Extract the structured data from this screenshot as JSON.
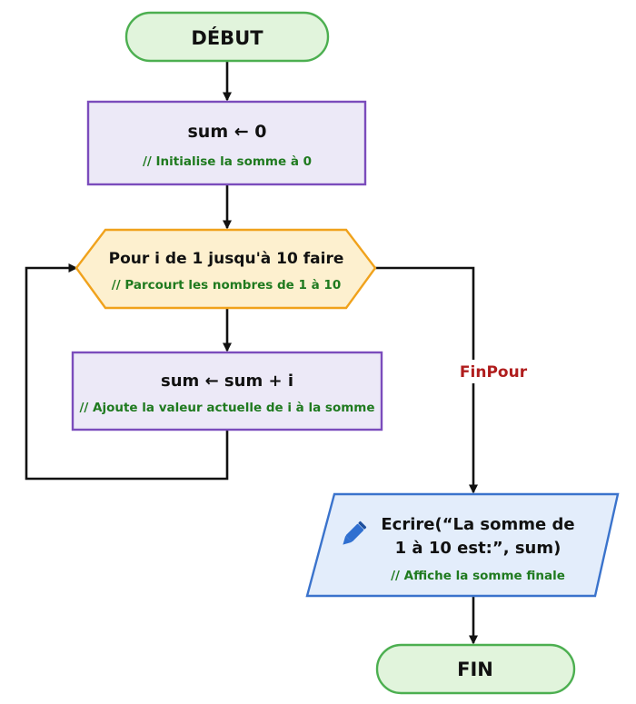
{
  "nodes": {
    "start": {
      "label": "DÉBUT"
    },
    "init": {
      "code": "sum ← 0",
      "comment": "// Initialise la somme à 0"
    },
    "loop": {
      "code": "Pour i de 1 jusqu'à 10 faire",
      "comment": "// Parcourt les nombres de 1 à 10"
    },
    "body": {
      "code": "sum ← sum + i",
      "comment": "// Ajoute la valeur actuelle de i à la somme"
    },
    "output": {
      "line1": "Ecrire(“La somme de",
      "line2": "1 à 10 est:”, sum)",
      "comment": "// Affiche la somme finale",
      "icon": "pencil-icon"
    },
    "end": {
      "label": "FIN"
    }
  },
  "edges": {
    "loop_exit_label": "FinPour"
  },
  "colors": {
    "terminal_fill": "#e1f4dc",
    "terminal_stroke": "#4caf50",
    "process_fill": "#ece9f7",
    "process_stroke": "#7b4cbc",
    "loop_fill": "#fdf0cf",
    "loop_stroke": "#f0a21c",
    "io_fill": "#e3edfb",
    "io_stroke": "#3a73cc",
    "comment": "#1f7a1f",
    "exit_label": "#b01d1d"
  }
}
